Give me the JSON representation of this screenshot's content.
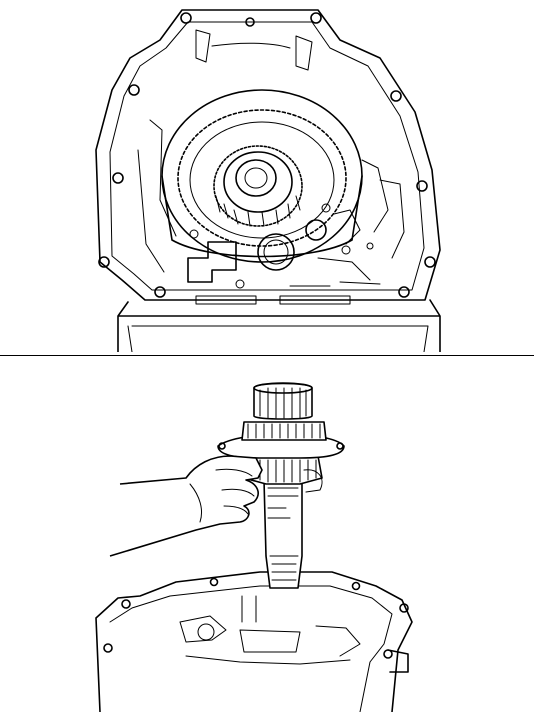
{
  "figure": {
    "panels": [
      {
        "id": "top",
        "subject": "case-housing-with-gear-assembly"
      },
      {
        "id": "bottom",
        "subject": "hand-removing-shaft-assembly"
      }
    ]
  }
}
